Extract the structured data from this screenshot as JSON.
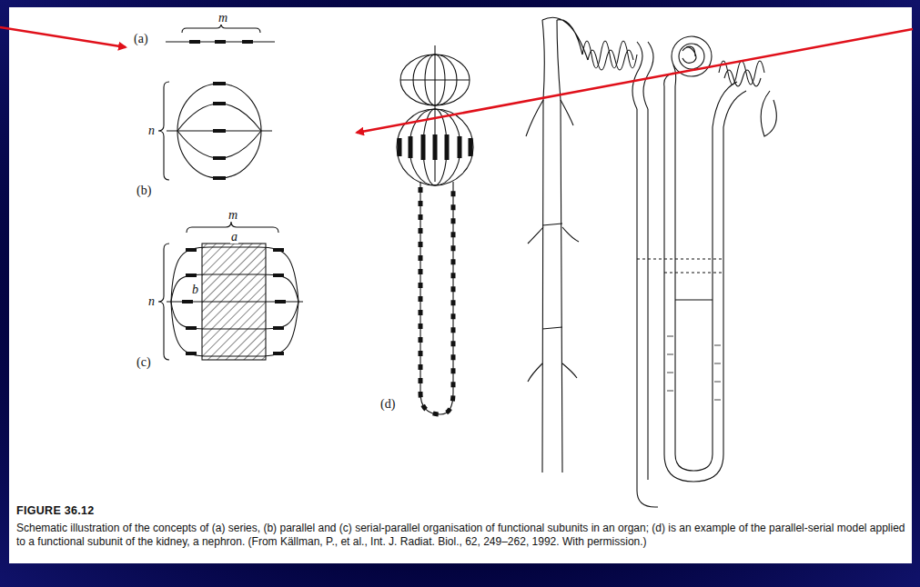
{
  "diagram": {
    "title": "FIGURE 36.12",
    "caption": "Schematic illustration of the concepts of (a) series, (b) parallel and (c) serial-parallel organisation of functional subunits in an organ; (d) is an example of the parallel-serial model applied to a functional subunit of the kidney, a nephron. (From Källman, P., et al., Int. J. Radiat. Biol., 62, 249–262, 1992. With permission.)",
    "labels": [
      "(a)",
      "m",
      "n",
      "(b)",
      "m",
      "a",
      "b",
      "n",
      "(c)",
      "(d)"
    ]
  }
}
